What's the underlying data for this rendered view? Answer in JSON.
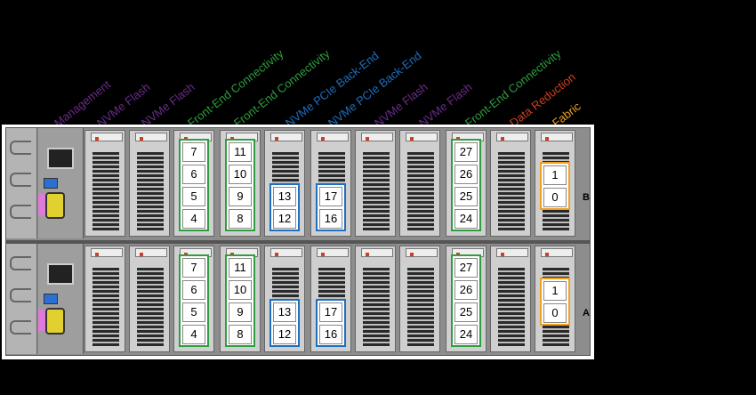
{
  "slot_labels": [
    {
      "text": "Management",
      "color": "#6a2c8a"
    },
    {
      "text": "NVMe Flash",
      "color": "#6a2c8a"
    },
    {
      "text": "NVMe Flash",
      "color": "#6a2c8a"
    },
    {
      "text": "Front-End Connectivity",
      "color": "#2e9e3e"
    },
    {
      "text": "Front-End Connectivity",
      "color": "#2e9e3e"
    },
    {
      "text": "NVMe PCIe Back-End",
      "color": "#1f6fc0"
    },
    {
      "text": "NVMe PCIe Back-End",
      "color": "#1f6fc0"
    },
    {
      "text": "NVMe Flash",
      "color": "#6a2c8a"
    },
    {
      "text": "NVMe Flash",
      "color": "#6a2c8a"
    },
    {
      "text": "Front-End Connectivity",
      "color": "#2e9e3e"
    },
    {
      "text": "Data Reduction",
      "color": "#d04020"
    },
    {
      "text": "Fabric",
      "color": "#f0a020"
    }
  ],
  "controllers": [
    {
      "letter": "B"
    },
    {
      "letter": "A"
    }
  ],
  "port_groups": {
    "fe1": {
      "color": "#2e9e3e",
      "ports": [
        "7",
        "6",
        "5",
        "4"
      ]
    },
    "fe2": {
      "color": "#2e9e3e",
      "ports": [
        "11",
        "10",
        "9",
        "8"
      ]
    },
    "be1": {
      "color": "#1f6fc0",
      "ports": [
        "13",
        "12"
      ]
    },
    "be2": {
      "color": "#1f6fc0",
      "ports": [
        "17",
        "16"
      ]
    },
    "fe3": {
      "color": "#2e9e3e",
      "ports": [
        "27",
        "26",
        "25",
        "24"
      ]
    },
    "fabric": {
      "color": "#f0a020",
      "ports": [
        "1",
        "0"
      ]
    }
  }
}
